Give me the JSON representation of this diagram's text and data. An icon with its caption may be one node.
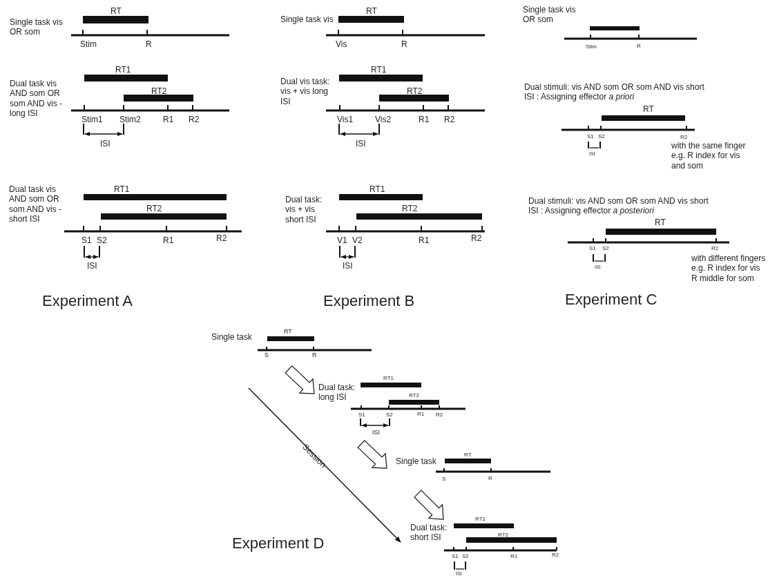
{
  "diagram": {
    "labels": [
      "Single task vis OR som",
      "RT",
      "Stim",
      "R",
      "Dual task vis AND som OR som AND vis -long ISI",
      "RT1",
      "RT2",
      "Stim1",
      "Stim2",
      "R1",
      "R2",
      "ISI",
      "Dual task vis AND som OR som AND vis -short ISI",
      "RT1",
      "RT2",
      "S1",
      "S2",
      "R1",
      "R2",
      "ISI",
      "Experiment A",
      "Single task vis",
      "RT",
      "Vis",
      "R",
      "Dual vis task: vis + vis long ISI",
      "RT1",
      "RT2",
      "Vis1",
      "Vis2",
      "R1",
      "R2",
      "ISI",
      "Dual task: vis + vis short ISI",
      "RT1",
      "RT2",
      "V1",
      "V2",
      "R1",
      "R2",
      "ISI",
      "Experiment B",
      "Single task vis OR som",
      "Stim",
      "R",
      "Dual stimuli: vis AND som OR som AND vis short ISI : Assigning effector *a priori*",
      "RT",
      "S1",
      "S2",
      "R2",
      "ISI",
      "with the same finger e.g. R index for vis and som",
      "Dual stimuli: vis AND som OR som AND vis short ISI : Assigning effector *a posteriori*",
      "RT",
      "S1",
      "S2",
      "R2",
      "ISI",
      "with different fingers e.g. R index for vis R middle for som",
      "Experiment C",
      "Single task",
      "RT",
      "S",
      "R",
      "Dual task: long ISI",
      "RT1",
      "RT2",
      "S1",
      "S2",
      "R1",
      "R2",
      "ISI",
      "Single task",
      "RT",
      "S",
      "R",
      "Dual task: short ISI",
      "RT1",
      "RT2",
      "S1",
      "S2",
      "R1",
      "R2",
      "ISI",
      "Session",
      "Experiment D"
    ]
  }
}
